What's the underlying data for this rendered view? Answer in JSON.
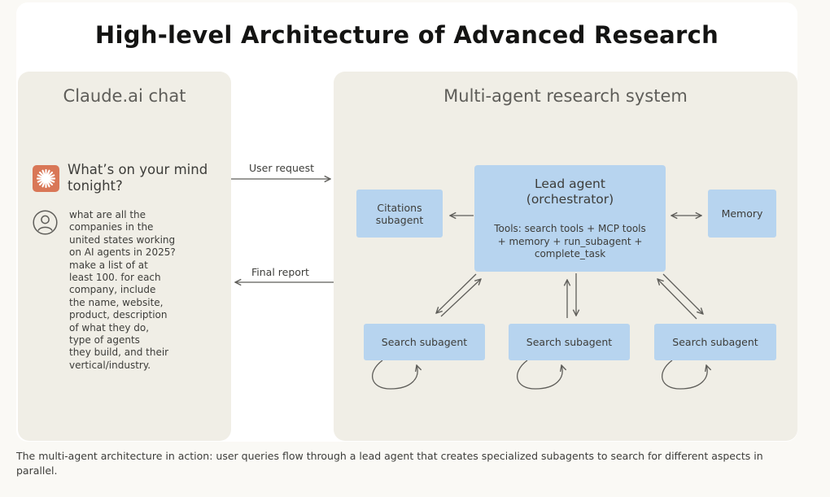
{
  "title": "High-level Architecture of Advanced Research",
  "left_panel": {
    "title": "Claude.ai chat",
    "greeting": "What’s on your mind tonight?",
    "user_message": "what are all the\ncompanies in the\nunited states working\non AI agents in 2025?\nmake a list of at\nleast 100. for each\ncompany, include\nthe name, website,\nproduct, description\nof what they do,\ntype of agents\nthey build, and their\nvertical/industry."
  },
  "right_panel": {
    "title": "Multi-agent research system",
    "lead_agent": {
      "title": "Lead agent\n(orchestrator)",
      "tools": "Tools: search tools + MCP tools\n+ memory + run_subagent +\ncomplete_task"
    },
    "citations": "Citations\nsubagent",
    "memory": "Memory",
    "search_subagents": [
      "Search subagent",
      "Search subagent",
      "Search subagent"
    ]
  },
  "edges": {
    "user_request": "User request",
    "final_report": "Final report"
  },
  "caption": "The multi-agent architecture in action: user queries flow through a lead agent that creates specialized subagents to search for different aspects in parallel.",
  "colors": {
    "agent_box": "#b7d4ef",
    "panel": "#f0eee6",
    "brand": "#d97757",
    "arrow": "#5e5d59"
  }
}
